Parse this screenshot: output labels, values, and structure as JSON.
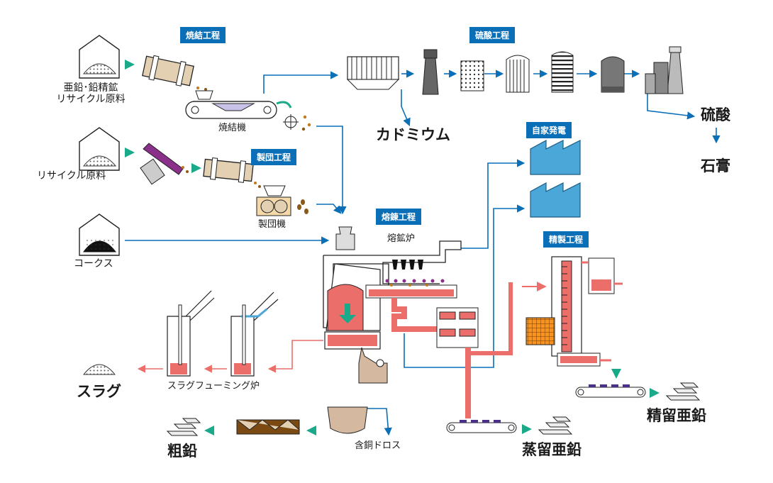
{
  "badges": {
    "sintering": "焼結工程",
    "sulfuric_acid": "硫酸工程",
    "briquetting": "製団工程",
    "smelting": "熔錬工程",
    "power": "自家発電",
    "refining": "精製工程"
  },
  "inputs": {
    "zinc_lead_ore": "亜鉛･鉛精鉱\nリサイクル原料",
    "recycled_material": "リサイクル原料",
    "coke": "コークス"
  },
  "equipment": {
    "sinter_machine": "焼結機",
    "briquetting_machine": "製団機",
    "blast_furnace": "熔鉱炉",
    "slag_fuming_furnace": "スラグフューミング炉",
    "copper_dross": "含銅ドロス"
  },
  "products": {
    "cadmium": "カドミウム",
    "sulfuric_acid": "硫酸",
    "gypsum": "石膏",
    "slag": "スラグ",
    "crude_lead": "粗鉛",
    "distilled_zinc": "蒸留亜鉛",
    "refined_zinc": "精留亜鉛"
  },
  "colors": {
    "flow_arrow": "#0a6fb7",
    "transfer_arrow": "#1aaa8a",
    "molten_metal": "#ec6e6a",
    "badge": "#0a6fb7",
    "power_plant": "#4aa7d8"
  }
}
